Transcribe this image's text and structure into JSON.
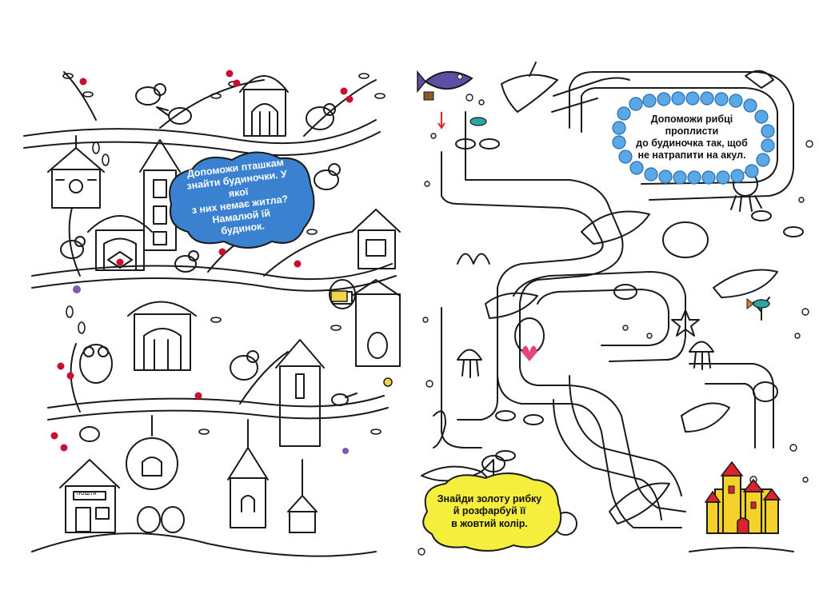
{
  "left_page": {
    "instruction": "Допоможи пташкам\nзнайти будиночки. У якої\nз них немає житла?\nНамалюй їй\nбудинок.",
    "post_sign": "ПОШТА",
    "colors": {
      "bubble": "#3a82d0",
      "berries": "#c8102e",
      "ink": "#1a1a1a"
    }
  },
  "right_page": {
    "instruction_top": "Допоможи рибці\nпроплисти\nдо будиночка так, щоб\nне натрапити на акул.",
    "instruction_bottom": "Знайди золоту рибку\nй розфарбуй її\nв жовтий колір.",
    "colors": {
      "pearls": "#5aa9e6",
      "yellow_bubble": "#f6ee3c",
      "castle": "#f4d22a",
      "castle_roofs": "#d9232d",
      "ink": "#1a1a1a"
    }
  }
}
